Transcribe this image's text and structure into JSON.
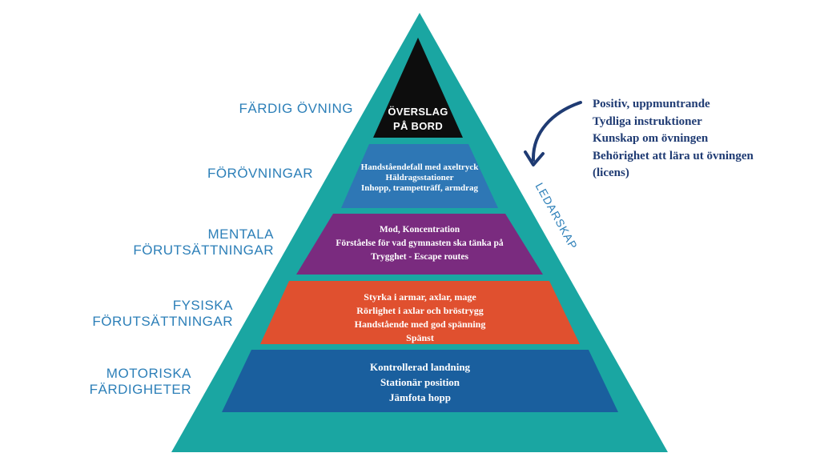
{
  "colors": {
    "outer": "#1aa6a2",
    "level1": "#0d0d0d",
    "level2": "#2e77b5",
    "level3": "#7a2b7f",
    "level4": "#e0502f",
    "level5": "#1a5f9e",
    "label": "#2c7fb8",
    "leadership": "#1f3b73"
  },
  "labels": {
    "l1": [
      "FÄRDIG ÖVNING"
    ],
    "l2": [
      "FÖRÖVNINGAR"
    ],
    "l3": [
      "MENTALA",
      "FÖRUTSÄTTNINGAR"
    ],
    "l4": [
      "FYSISKA",
      "FÖRUTSÄTTNINGAR"
    ],
    "l5": [
      "MOTORISKA",
      "FÄRDIGHETER"
    ]
  },
  "layers": {
    "top": [
      "ÖVERSLAG",
      "PÅ BORD"
    ],
    "l2": [
      "Handståendefall med axeltryck",
      "Häldragsstationer",
      "Inhopp, trampetträff, armdrag"
    ],
    "l3": [
      "Mod, Koncentration",
      "Förståelse för vad gymnasten ska tänka på",
      "Trygghet - Escape routes"
    ],
    "l4": [
      "Styrka i armar, axlar, mage",
      "Rörlighet i axlar och bröstrygg",
      "Handstående med god spänning",
      "Spänst"
    ],
    "l5": [
      "Kontrollerad landning",
      "Stationär position",
      "Jämfota hopp"
    ]
  },
  "leadership": {
    "side_label": "LEDARSKAP",
    "lines": [
      "Positiv, uppmuntrande",
      "Tydliga instruktioner",
      "Kunskap om övningen",
      "Behörighet att lära ut övningen",
      "(licens)"
    ],
    "arrow_icon": "curved-arrow-icon"
  }
}
